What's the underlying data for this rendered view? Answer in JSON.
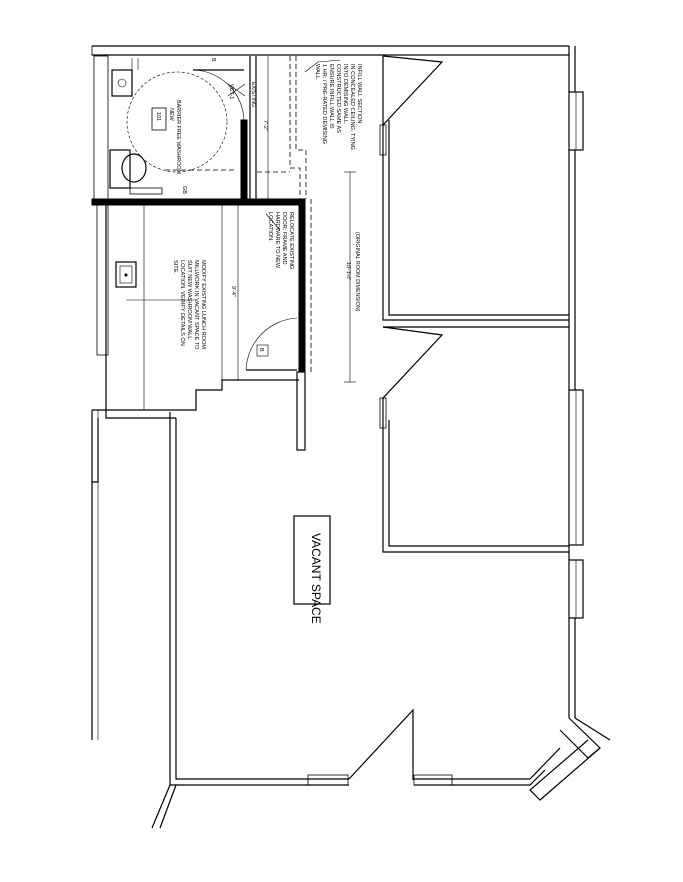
{
  "notes": {
    "infill_wall": [
      "INFILL WALL SECTION",
      "IN CONCEALED CEILING, TYING",
      "INTO DEMISING WALL.",
      "CONSTRUCTED SAME AS",
      "ENSURE INFILL WALL IS",
      "1 HR. / PRE-RATED DEMISING",
      "WALL."
    ],
    "relocate_door": [
      "RELOCATE EXISTING",
      "DOOR, FRAME AND",
      "HARDWARE TO NEW",
      "LOCATION."
    ],
    "modify_lunchroom": [
      "MODIFY EXISTING LUNCH ROOM",
      "MILLWORK IN VACANT SPACE TO",
      "SUIT NEW WASHROOM WALL",
      "LOCATION. VERIFY DETAILS ON",
      "SITE."
    ]
  },
  "labels": {
    "washroom_name": "BARRIER FREE WASHROOM",
    "washroom_type": "NEW",
    "washroom_number": "101",
    "existing": "EXISTING",
    "dim_7ft": "7'-2\"",
    "dim_10ft": "10'-1½\"",
    "original_room": "(ORIGINAL ROOM DIMENSION)",
    "dim_9ft": "9'-4\"",
    "door_tag_a": "B",
    "door_tag_b": "B",
    "vent": "VCT-1",
    "gb": "GB",
    "vacant_space": "VACANT SPACE"
  }
}
